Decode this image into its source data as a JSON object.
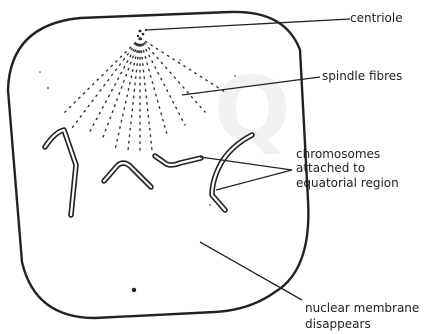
{
  "labels": {
    "centriole": "centriole",
    "spindle": "spindle fibres",
    "chromosomes_l1": "chromosomes",
    "chromosomes_l2": "attached to",
    "chromosomes_l3": "equatorial region",
    "membrane_l1": "nuclear membrane",
    "membrane_l2": "disappears"
  },
  "colors": {
    "ink": "#222222",
    "paper": "#ffffff",
    "watermark": "#f1f1f1"
  }
}
